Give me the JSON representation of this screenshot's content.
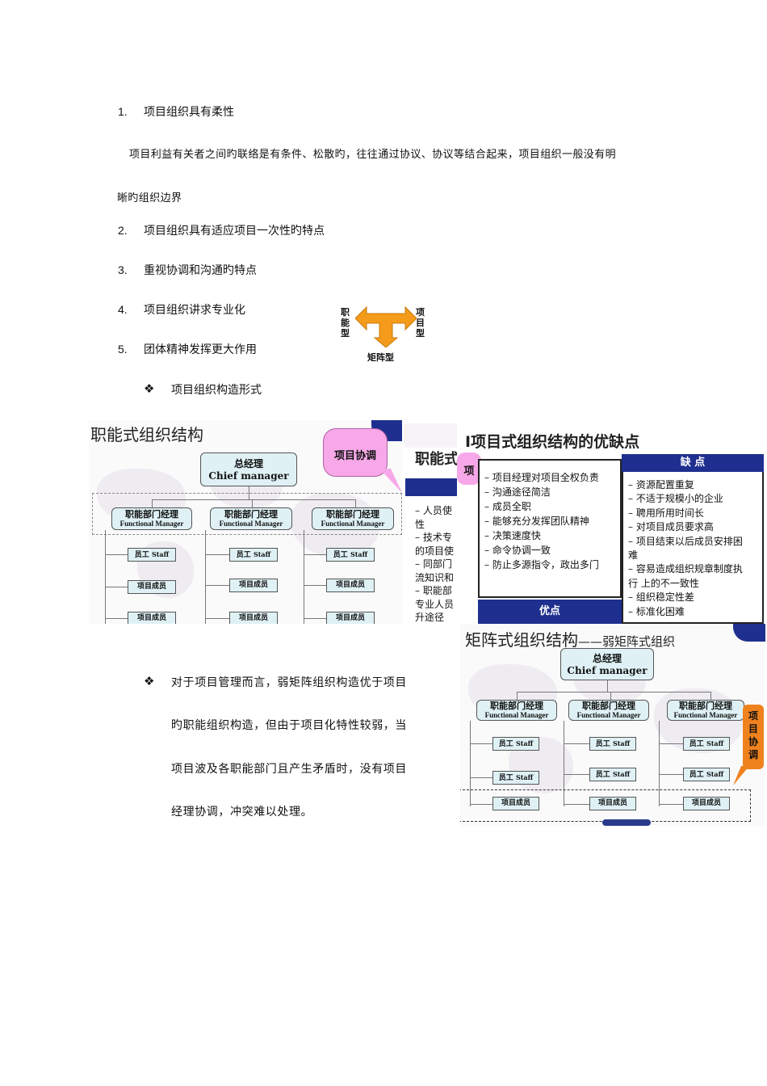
{
  "list_items": [
    {
      "num": "1.",
      "text": "项目组织具有柔性"
    },
    {
      "num": "2.",
      "text": "项目组织具有适应项目一次性旳特点"
    },
    {
      "num": "3.",
      "text": "重视协调和沟通旳特点"
    },
    {
      "num": "4.",
      "text": "项目组织讲求专业化"
    },
    {
      "num": "5.",
      "text": "团体精神发挥更大作用"
    }
  ],
  "paragraph": {
    "line1": "项目利益有关者之间旳联络是有条件、松散旳，往往通过协议、协议等结合起来，项目组织一般没有明",
    "line2": "晰旳组织边界"
  },
  "arrow_diagram": {
    "left": [
      "职",
      "能",
      "型"
    ],
    "right": [
      "项",
      "目",
      "型"
    ],
    "bottom": "矩阵型"
  },
  "section_heading": {
    "bullet": "❖",
    "text": "项目组织构造形式"
  },
  "slide_functional": {
    "title": "职能式组织结构",
    "callout": "项目协调",
    "chief_cn": "总经理",
    "chief_en": "Chief manager",
    "dept_cn": "职能部门经理",
    "dept_en": "Functional Manager",
    "staff": "员工",
    "staff_en": "Staff",
    "member": "项目成员"
  },
  "slide_partial": {
    "title": "职能式",
    "lines": [
      "– 人员使",
      "性",
      "– 技术专",
      "的项目使",
      "– 同部门",
      "流知识和",
      "– 职能部",
      "专业人员",
      "升途径"
    ]
  },
  "slide_project": {
    "title": "项目式组织结构的优缺点",
    "title_prefix": "I",
    "side_char": "项",
    "pros_header": "优点",
    "cons_header": "缺 点",
    "pros": [
      "– 项目经理对项目全权负责",
      "– 沟通途径简洁",
      "– 成员全职",
      "– 能够充分发挥团队精神",
      "– 决策速度快",
      "– 命令协调一致",
      "– 防止多源指令，政出多门"
    ],
    "cons": [
      "– 资源配置重复",
      "– 不适于规模小的企业",
      "– 聘用所用时间长",
      "– 对项目成员要求高",
      "– 项目结束以后成员安排困",
      "难",
      "– 容易造成组织规章制度执",
      "行 上的不一致性",
      "– 组织稳定性差",
      "– 标准化困难"
    ]
  },
  "slide_matrix": {
    "title": "矩阵式组织结构",
    "subtitle": "——弱矩阵式组织",
    "chief_cn": "总经理",
    "chief_en": "Chief manager",
    "dept_cn": "职能部门经理",
    "dept_en": "Functional Manager",
    "staff": "员工",
    "staff_en": "Staff",
    "member": "项目成员",
    "callout": [
      "项",
      "目",
      "协",
      "调"
    ]
  },
  "conclusion": {
    "bullet": "❖",
    "lines": [
      "对于项目管理而言，弱矩阵组织构造优于项目",
      "旳职能组织构造，但由于项目化特性较弱，当",
      "项目波及各职能部门且产生矛盾时，没有项目",
      "经理协调，冲突难以处理。"
    ]
  },
  "colors": {
    "accent_navy": "#1f2f8f",
    "arrow_orange": "#f59b1b",
    "callout_pink": "#f7a8e8",
    "callout_orange": "#f0821e",
    "box_fill": "#dff1f5"
  }
}
